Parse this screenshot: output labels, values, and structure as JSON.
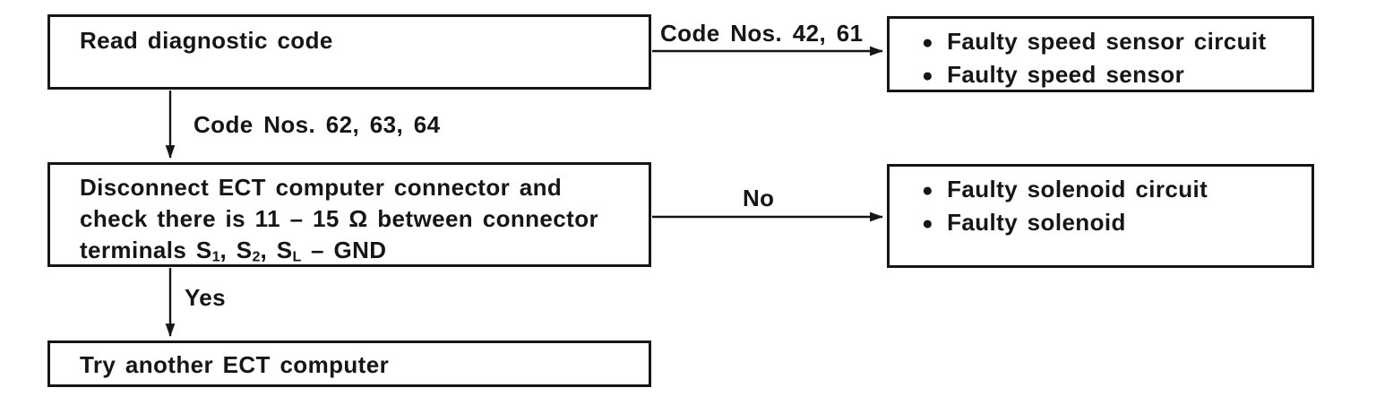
{
  "boxes": {
    "read_code": {
      "text": "Read diagnostic code"
    },
    "speed_sensor": {
      "items": [
        "Faulty speed sensor circuit",
        "Faulty speed sensor"
      ]
    },
    "check_resistance": {
      "line1": "Disconnect ECT computer connector and",
      "line2": "check there is 11 – 15 Ω between connector",
      "line3": {
        "p1": "terminals S",
        "sub1": "1",
        "p2": ", S",
        "sub2": "2",
        "p3": ", S",
        "sub3": "L",
        "p4": " – GND"
      }
    },
    "solenoid": {
      "items": [
        "Faulty solenoid circuit",
        "Faulty solenoid"
      ]
    },
    "try_another": {
      "text": "Try another ECT computer"
    }
  },
  "labels": {
    "codes_42_61": "Code Nos. 42, 61",
    "codes_62_63_64": "Code Nos. 62, 63, 64",
    "no": "No",
    "yes": "Yes"
  },
  "glyphs": {
    "bullet": "●"
  },
  "colors": {
    "ink": "#161616",
    "background": "#ffffff"
  }
}
